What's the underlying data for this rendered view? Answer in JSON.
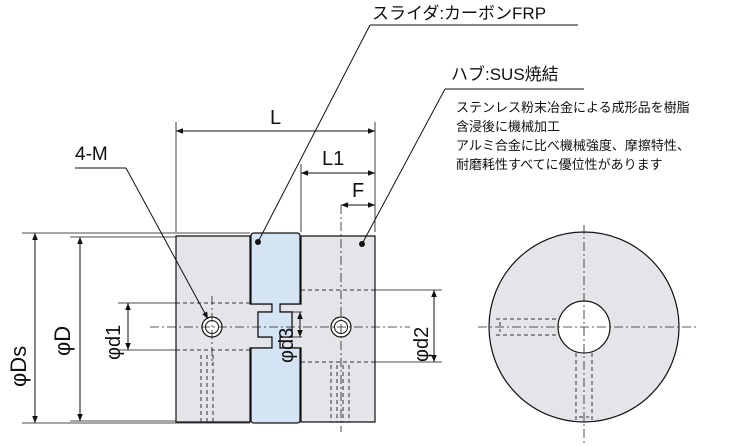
{
  "labels": {
    "slider": "スライダ:カーボンFRP",
    "hub": "ハブ:SUS焼結",
    "L": "L",
    "L1": "L1",
    "F": "F",
    "fourM": "4-M",
    "phiDs": "φDs",
    "phiD": "φD",
    "phid1": "φd1",
    "phid2": "φd2",
    "phid3": "φd3"
  },
  "notes": [
    "ステンレス粉末冶金による成形品を樹脂",
    "含浸後に機械加工",
    "アルミ合金に比べ機械強度、摩擦特性、",
    "耐磨耗性すべてに優位性があります"
  ],
  "colors": {
    "hub_fill": "#e4e5e8",
    "slider_fill": "#d4e4f4",
    "line": "#111111"
  }
}
